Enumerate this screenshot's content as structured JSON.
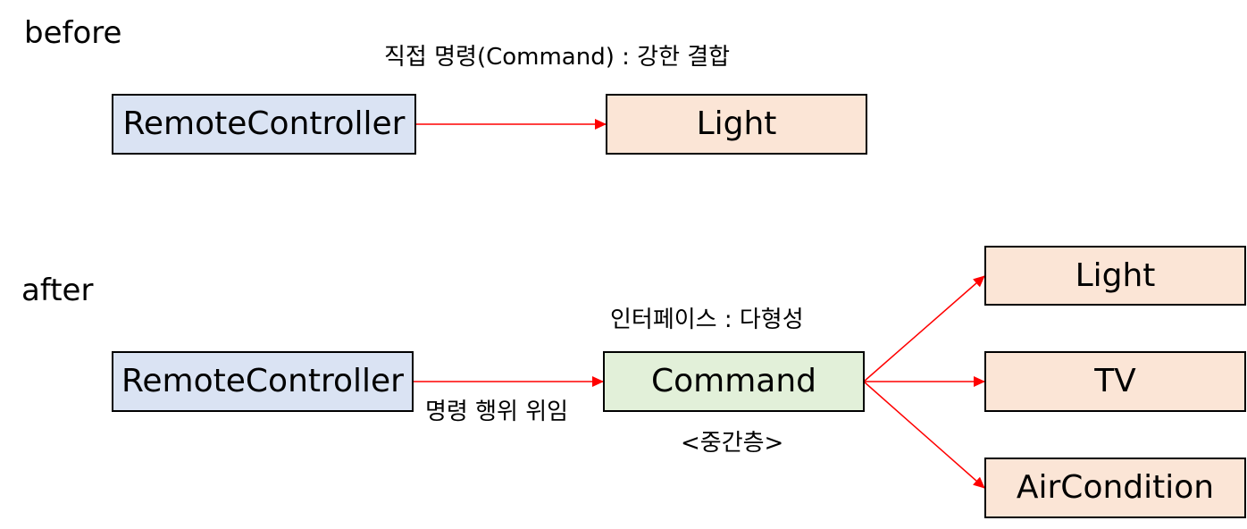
{
  "before": {
    "label": "before",
    "caption": "직접 명령(Command) : 강한 결합",
    "source": "RemoteController",
    "target": "Light"
  },
  "after": {
    "label": "after",
    "caption": "인터페이스 : 다형성",
    "source": "RemoteController",
    "edge_label": "명령 행위 위임",
    "middle": "Command",
    "middle_caption": "<중간층>",
    "targets": [
      "Light",
      "TV",
      "AirCondition"
    ]
  },
  "colors": {
    "arrow": "#ff0000",
    "controller_fill": "#dae3f3",
    "device_fill": "#fbe5d6",
    "command_fill": "#e2f0d9"
  }
}
